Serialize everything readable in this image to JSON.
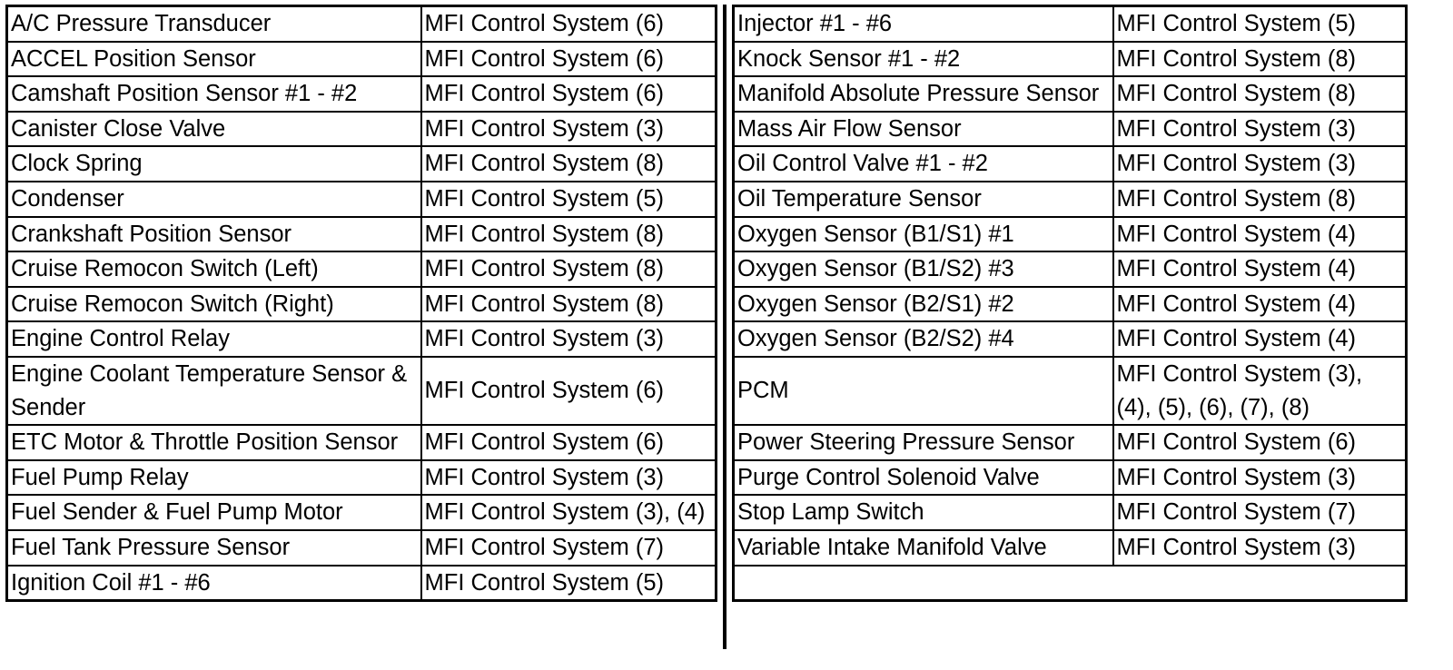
{
  "left_column": [
    {
      "name": "A/C Pressure Transducer",
      "ref": "MFI Control System (6)"
    },
    {
      "name": "ACCEL Position Sensor",
      "ref": "MFI Control System (6)"
    },
    {
      "name": "Camshaft Position Sensor #1 - #2",
      "ref": "MFI Control System (6)"
    },
    {
      "name": "Canister Close Valve",
      "ref": "MFI Control System (3)"
    },
    {
      "name": "Clock Spring",
      "ref": "MFI Control System (8)"
    },
    {
      "name": "Condenser",
      "ref": "MFI Control System (5)"
    },
    {
      "name": "Crankshaft Position Sensor",
      "ref": "MFI Control System (8)"
    },
    {
      "name": "Cruise Remocon Switch (Left)",
      "ref": "MFI Control System (8)"
    },
    {
      "name": "Cruise Remocon Switch (Right)",
      "ref": "MFI Control System (8)"
    },
    {
      "name": "Engine Control Relay",
      "ref": "MFI Control System (3)"
    },
    {
      "name": "Engine Coolant Temperature Sensor & Sender",
      "ref": "MFI Control System (6)"
    },
    {
      "name": "ETC Motor & Throttle Position Sensor",
      "ref": "MFI Control System (6)"
    },
    {
      "name": "Fuel Pump Relay",
      "ref": "MFI Control System (3)"
    },
    {
      "name": "Fuel Sender & Fuel Pump Motor",
      "ref": "MFI Control System (3), (4)"
    },
    {
      "name": "Fuel Tank Pressure Sensor",
      "ref": "MFI Control System (7)"
    },
    {
      "name": "Ignition Coil #1 - #6",
      "ref": "MFI Control System (5)"
    }
  ],
  "right_column": [
    {
      "name": "Injector #1 - #6",
      "ref": "MFI Control System (5)"
    },
    {
      "name": "Knock Sensor #1 - #2",
      "ref": "MFI Control System (8)"
    },
    {
      "name": "Manifold Absolute Pressure Sensor",
      "ref": "MFI Control System (8)"
    },
    {
      "name": "Mass Air Flow Sensor",
      "ref": "MFI Control System (3)"
    },
    {
      "name": "Oil Control Valve #1 - #2",
      "ref": "MFI Control System (3)"
    },
    {
      "name": "Oil Temperature Sensor",
      "ref": "MFI Control System (8)"
    },
    {
      "name": "Oxygen Sensor (B1/S1) #1",
      "ref": "MFI Control System (4)"
    },
    {
      "name": "Oxygen Sensor (B1/S2) #3",
      "ref": "MFI Control System (4)"
    },
    {
      "name": "Oxygen Sensor (B2/S1) #2",
      "ref": "MFI Control System (4)"
    },
    {
      "name": "Oxygen Sensor (B2/S2) #4",
      "ref": "MFI Control System (4)"
    },
    {
      "name": "PCM",
      "ref": "MFI Control System (3), (4), (5), (6), (7), (8)"
    },
    {
      "name": "Power Steering Pressure Sensor",
      "ref": "MFI Control System (6)"
    },
    {
      "name": "Purge Control Solenoid Valve",
      "ref": "MFI Control System (3)"
    },
    {
      "name": "Stop Lamp Switch",
      "ref": "MFI Control System (7)"
    },
    {
      "name": "Variable Intake Manifold Valve",
      "ref": "MFI Control System (3)"
    }
  ]
}
